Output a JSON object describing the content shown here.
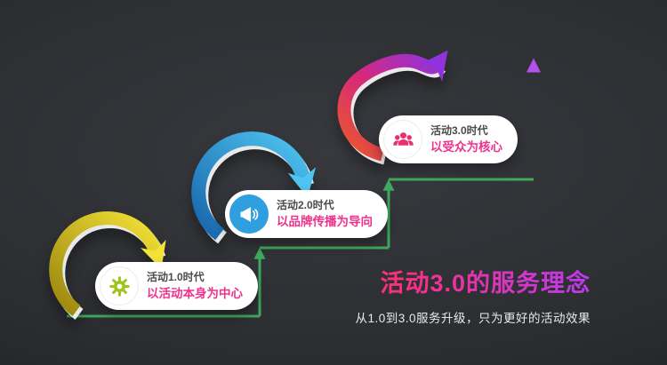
{
  "slide": {
    "title": "活动3.0的服务理念",
    "subtitle": "从1.0到3.0服务升级，只为更好的活动效果"
  },
  "steps": [
    {
      "era": "活动1.0时代",
      "desc": "以活动本身为中心",
      "icon": "gear-icon"
    },
    {
      "era": "活动2.0时代",
      "desc": "以品牌传播为导向",
      "icon": "megaphone-icon"
    },
    {
      "era": "活动3.0时代",
      "desc": "以受众为核心",
      "icon": "audience-icon"
    }
  ],
  "colors": {
    "background": "#2c2e32",
    "card_background": "#ffffff",
    "era_text": "#4a4a4a",
    "desc_text": "#f0318c",
    "icon_gear": "#9ec41d",
    "icon_megaphone_bg": "#2f9fe0",
    "icon_audience": "#e8316f",
    "swoosh_yellow": "#f4e238",
    "swoosh_blue": "#4fc4f0",
    "swoosh_purple": "#9232dc",
    "swoosh_purple_tail": "#ea5a28",
    "stair_line": "#3fa95c",
    "growth_arrow": "#b452ec",
    "title_gradient_from": "#ff2f7e",
    "title_gradient_to": "#c13ae8",
    "subtitle_text": "#e9e9ec"
  }
}
